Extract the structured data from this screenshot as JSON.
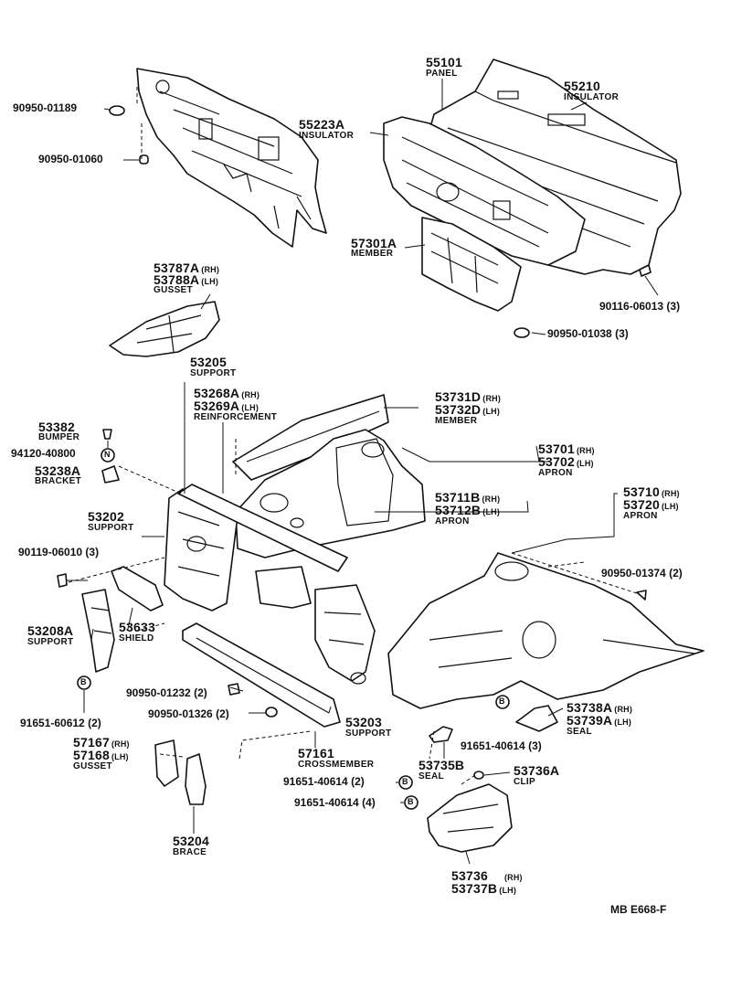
{
  "diagram_id": "MB E668-F",
  "labels": {
    "p90950_01189": "90950-01189",
    "p90950_01060": "90950-01060",
    "p55101": "55101",
    "p55101_name": "PANEL",
    "p55210": "55210",
    "p55210_name": "INSULATOR",
    "p55223A": "55223A",
    "p55223A_name": "INSULATOR",
    "p57301A": "57301A",
    "p57301A_name": "MEMBER",
    "p90116_06013": "90116-06013 (3)",
    "p90950_01038": "90950-01038 (3)",
    "p53787A": "53787A",
    "p53787A_side": "(RH)",
    "p53788A": "53788A",
    "p53788A_side": "(LH)",
    "p53788A_name": "GUSSET",
    "p53205": "53205",
    "p53205_name": "SUPPORT",
    "p53268A": "53268A",
    "p53268A_side": "(RH)",
    "p53269A": "53269A",
    "p53269A_side": "(LH)",
    "p53269A_name": "REINFORCEMENT",
    "p53731D": "53731D",
    "p53731D_side": "(RH)",
    "p53732D": "53732D",
    "p53732D_side": "(LH)",
    "p53732D_name": "MEMBER",
    "p53382": "53382",
    "p53382_name": "BUMPER",
    "p94120_40800": "94120-40800",
    "p53238A": "53238A",
    "p53238A_name": "BRACKET",
    "p53701": "53701",
    "p53701_side": "(RH)",
    "p53702": "53702",
    "p53702_side": "(LH)",
    "p53702_name": "APRON",
    "p53711B": "53711B",
    "p53711B_side": "(RH)",
    "p53712B": "53712B",
    "p53712B_side": "(LH)",
    "p53712B_name": "APRON",
    "p53710": "53710",
    "p53710_side": "(RH)",
    "p53720": "53720",
    "p53720_side": "(LH)",
    "p53720_name": "APRON",
    "p53202": "53202",
    "p53202_name": "SUPPORT",
    "p90119_06010": "90119-06010 (3)",
    "p90950_01374": "90950-01374 (2)",
    "p53208A": "53208A",
    "p53208A_name": "SUPPORT",
    "p53633": "53633",
    "p53633_name": "SHIELD",
    "p90950_01232": "90950-01232 (2)",
    "p90950_01326": "90950-01326 (2)",
    "p91651_60612": "91651-60612 (2)",
    "p53203": "53203",
    "p53203_name": "SUPPORT",
    "p53738A": "53738A",
    "p53738A_side": "(RH)",
    "p53739A": "53739A",
    "p53739A_side": "(LH)",
    "p53739A_name": "SEAL",
    "p91651_40614_3": "91651-40614 (3)",
    "p57167": "57167",
    "p57167_side": "(RH)",
    "p57168": "57168",
    "p57168_side": "(LH)",
    "p57168_name": "GUSSET",
    "p57161": "57161",
    "p57161_name": "CROSSMEMBER",
    "p53735B": "53735B",
    "p53735B_name": "SEAL",
    "p53736A": "53736A",
    "p53736A_name": "CLIP",
    "p91651_40614_2": "91651-40614 (2)",
    "p91651_40614_4": "91651-40614 (4)",
    "p53204": "53204",
    "p53204_name": "BRACE",
    "p53736": "53736",
    "p53736_side": "(RH)",
    "p53737B": "53737B",
    "p53737B_side": "(LH)"
  },
  "badges": {
    "b_letter": "B",
    "n_letter": "N"
  }
}
